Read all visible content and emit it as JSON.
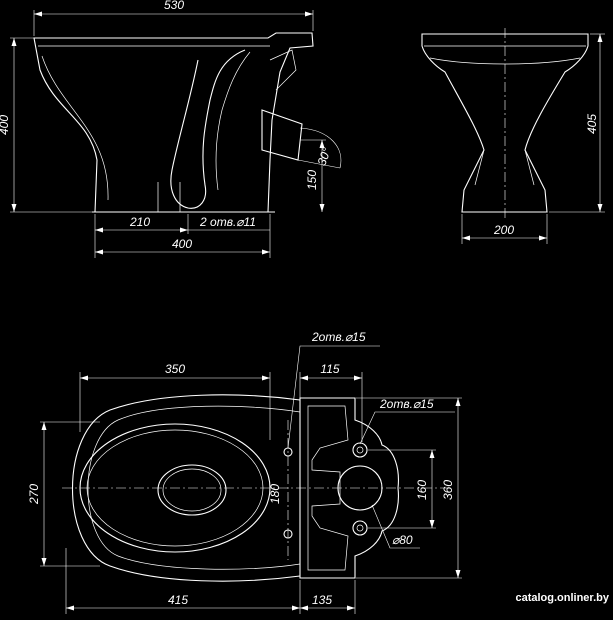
{
  "side_view": {
    "overall_length": "530",
    "height": "400",
    "outlet_height": "150",
    "outlet_angle": "30°",
    "front_to_mount": "210",
    "mount_holes": "2 отв.⌀11",
    "base_length": "400"
  },
  "front_view": {
    "height": "405",
    "base_width": "200"
  },
  "top_view": {
    "bowl_length": "350",
    "tank_offset": "115",
    "tank_mount_holes": "2отв.⌀15",
    "tank_holes": "2отв.⌀15",
    "width": "270",
    "seat_holes_spacing": "180",
    "hole_spacing": "160",
    "tank_height": "360",
    "inlet_diameter": "⌀80",
    "total_length": "415",
    "tank_depth": "135"
  },
  "watermark": "catalog.onliner.by",
  "colors": {
    "background": "#000000",
    "lines": "#ffffff"
  }
}
